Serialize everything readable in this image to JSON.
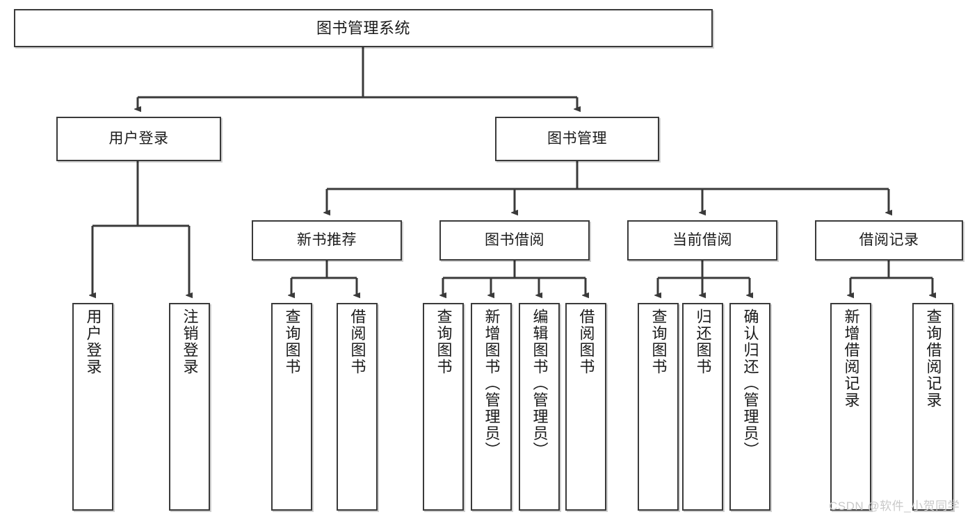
{
  "diagram": {
    "title": "图书管理系统",
    "background": "#ffffff",
    "line_color": "#3a3a3a",
    "text_color": "#1a1a1a",
    "watermark": "CSDN @软件_小贺同学",
    "watermark_color": "#c9c9c9"
  },
  "nodes": {
    "root": {
      "label": "图书管理系统"
    },
    "level2": [
      {
        "label": "用户登录"
      },
      {
        "label": "图书管理"
      }
    ],
    "level3": [
      {
        "label": "新书推荐"
      },
      {
        "label": "图书借阅"
      },
      {
        "label": "当前借阅"
      },
      {
        "label": "借阅记录"
      }
    ],
    "leaves_user_login": [
      {
        "label": "用户登录"
      },
      {
        "label": "注销登录"
      }
    ],
    "leaves_new_book": [
      {
        "label": "查询图书"
      },
      {
        "label": "借阅图书"
      }
    ],
    "leaves_borrow": [
      {
        "label": "查询图书"
      },
      {
        "label": "新增图书（管理员）"
      },
      {
        "label": "编辑图书（管理员）"
      },
      {
        "label": "借阅图书"
      }
    ],
    "leaves_current": [
      {
        "label": "查询图书"
      },
      {
        "label": "归还图书"
      },
      {
        "label": "确认归还（管理员）"
      }
    ],
    "leaves_records": [
      {
        "label": "新增借阅记录"
      },
      {
        "label": "查询借阅记录"
      }
    ]
  }
}
